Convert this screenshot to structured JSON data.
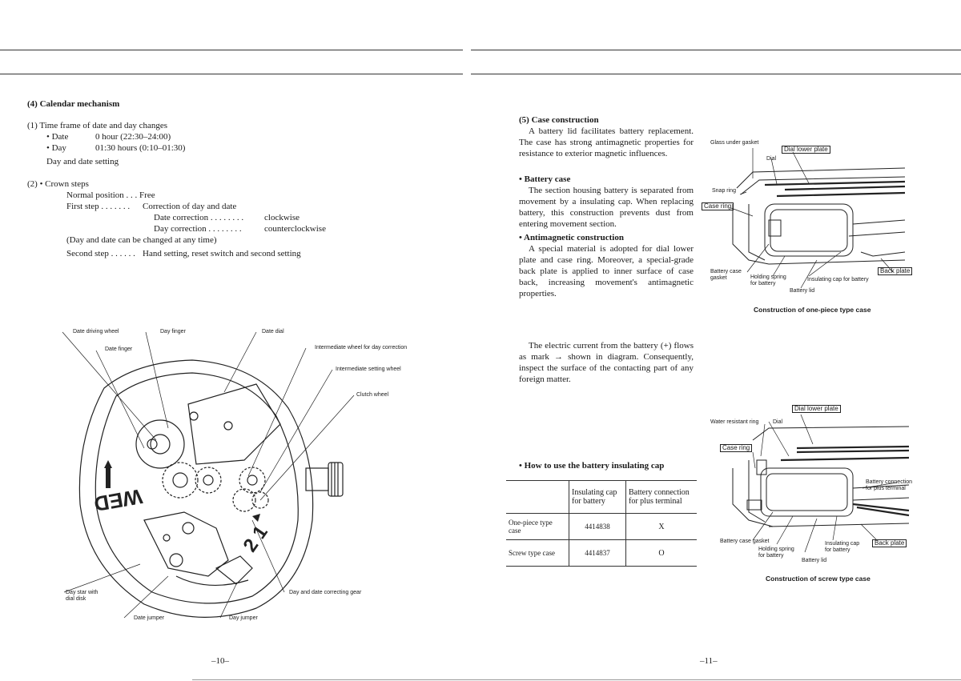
{
  "left": {
    "heading": "(4) Calendar mechanism",
    "item1": {
      "title": "(1) Time frame of date and day changes",
      "date_label": "• Date",
      "date_value": "0 hour (22:30–24:00)",
      "day_label": "• Day",
      "day_value": "01:30 hours (0:10–01:30)",
      "setting": "Day and date setting"
    },
    "item2": {
      "title": "(2) • Crown steps",
      "normal": "Normal position . . . Free",
      "first": "First step . . . . . . .",
      "first_value": "Correction of day and date",
      "date_corr": "Date correction . . . . . . . .",
      "date_dir": "clockwise",
      "day_corr": "Day correction . . . . . . . .",
      "day_dir": "counterclockwise",
      "note": "(Day and date can be changed at any time)",
      "second": "Second step . . . . . .",
      "second_value": "Hand setting, reset switch and second setting"
    },
    "diagram_labels": {
      "date_driving_wheel": "Date driving wheel",
      "date_finger": "Date finger",
      "day_finger": "Day finger",
      "date_dial": "Date dial",
      "intermediate_day": "Intermediate wheel for day correction",
      "intermediate_setting": "Intermediate setting wheel",
      "clutch_wheel": "Clutch wheel",
      "day_star": "Day star with",
      "day_star2": "dial disk",
      "date_jumper": "Date jumper",
      "day_jumper": "Day jumper",
      "day_date_gear": "Day and date correcting gear",
      "day_text": "WED",
      "date_text": "2 1"
    },
    "page_number": "–10–"
  },
  "right": {
    "case": {
      "heading": "(5) Case construction",
      "intro": "A battery lid facilitates battery replacement. The case has strong antimagnetic properties for resistance to exterior magnetic influences.",
      "battery_title": "• Battery case",
      "battery_text": "The section housing battery is separated from movement by a insulating cap. When replacing battery, this construction prevents dust from entering movement section.",
      "anti_title": "• Antimagnetic construction",
      "anti_text": "A special material is adopted for dial lower plate and case ring. Moreover, a special-grade back plate is applied to inner surface of case back, increasing movement's antimagnetic properties."
    },
    "current_text": "The electric current from the battery (+) flows as mark → shown in diagram. Consequently, inspect the surface of the contacting part of any foreign matter.",
    "cap_heading": "• How to use the battery insulating cap",
    "table": {
      "headers": [
        "",
        "Insulating cap for battery",
        "Battery connection for plus terminal"
      ],
      "rows": [
        [
          "One-piece type case",
          "4414838",
          "X"
        ],
        [
          "Screw type case",
          "4414837",
          "O"
        ]
      ]
    },
    "fig1": {
      "glass_gasket": "Glass under gasket",
      "dial_lower_plate": "Dial lower plate",
      "dial": "Dial",
      "snap_ring": "Snap ring",
      "case_ring": "Case ring",
      "battery_case_gasket": "Battery case",
      "battery_case_gasket2": "gasket",
      "holding_spring": "Holding spring",
      "holding_spring2": "for battery",
      "insulating_cap": "Insulating cap for battery",
      "back_plate": "Back plate",
      "battery_lid": "Battery lid",
      "caption": "Construction of one-piece type case"
    },
    "fig2": {
      "dial_lower_plate": "Dial lower plate",
      "water_ring": "Water resistant ring",
      "dial": "Dial",
      "case_ring": "Case ring",
      "battery_connection": "Battery connection",
      "battery_connection2": "for plus terminal",
      "battery_case_gasket": "Battery case gasket",
      "holding_spring": "Holding spring",
      "holding_spring2": "for battery",
      "insulating_cap": "Insulating cap",
      "insulating_cap2": "for battery",
      "back_plate": "Back plate",
      "battery_lid": "Battery lid",
      "caption": "Construction of screw type case"
    },
    "page_number": "–11–"
  }
}
